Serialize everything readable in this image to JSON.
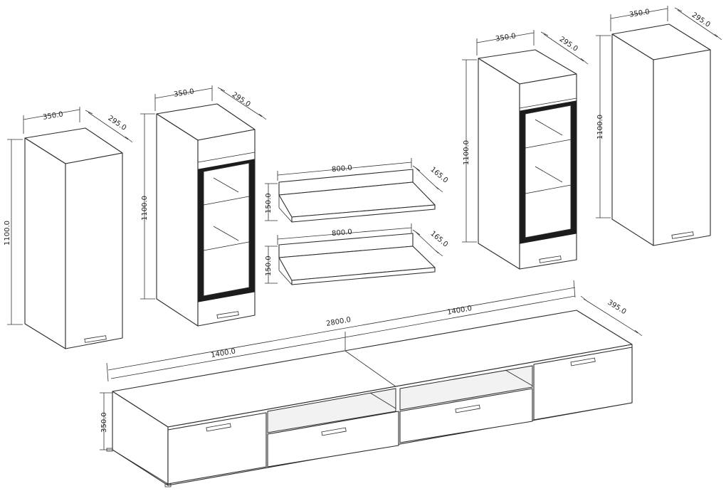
{
  "dimensions": {
    "cab1_width": "350.0",
    "cab1_depth": "295.0",
    "cab1_height": "1100.0",
    "cab2_width": "350.0",
    "cab2_depth": "295.0",
    "cab2_height": "1100.0",
    "shelf1_width": "800.0",
    "shelf1_depth": "165.0",
    "shelf1_height": "150.0",
    "shelf2_width": "800.0",
    "shelf2_depth": "165.0",
    "shelf2_height": "150.0",
    "cab3_width": "350.0",
    "cab3_depth": "295.0",
    "cab3_height": "1100.0",
    "cab4_width": "350.0",
    "cab4_depth": "295.0",
    "cab4_height": "1100.0",
    "tv_total_width": "2800.0",
    "tv_left_width": "1400.0",
    "tv_right_width": "1400.0",
    "tv_depth": "395.0",
    "tv_height": "350.0"
  },
  "colors": {
    "line": "#2b2b2b",
    "glass_frame": "#1c1c1c",
    "background": "#ffffff"
  }
}
